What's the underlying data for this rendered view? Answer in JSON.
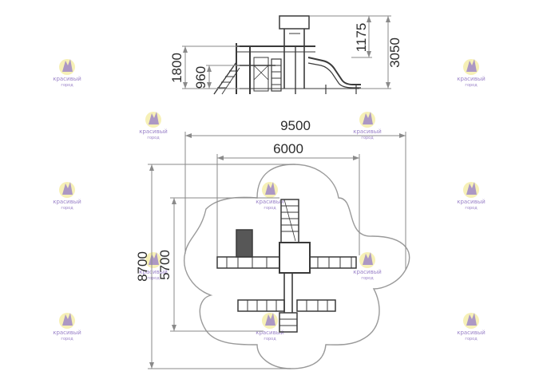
{
  "dimensions": {
    "side_total_height": "3050",
    "side_platform_high": "1800",
    "side_platform_low": "960",
    "side_roof_height": "1175",
    "plan_zone_width": "9500",
    "plan_equipment_width": "6000",
    "plan_zone_depth": "8700",
    "plan_equipment_depth": "5700"
  },
  "watermark": {
    "line1": "красивый",
    "line2": "город"
  },
  "colors": {
    "line": "#3a3a3a",
    "dim_line": "#8a8a8a",
    "zone_outline": "#9a9a9a",
    "watermark": "#9a82c8",
    "watermark_accent": "#e9d84a"
  }
}
